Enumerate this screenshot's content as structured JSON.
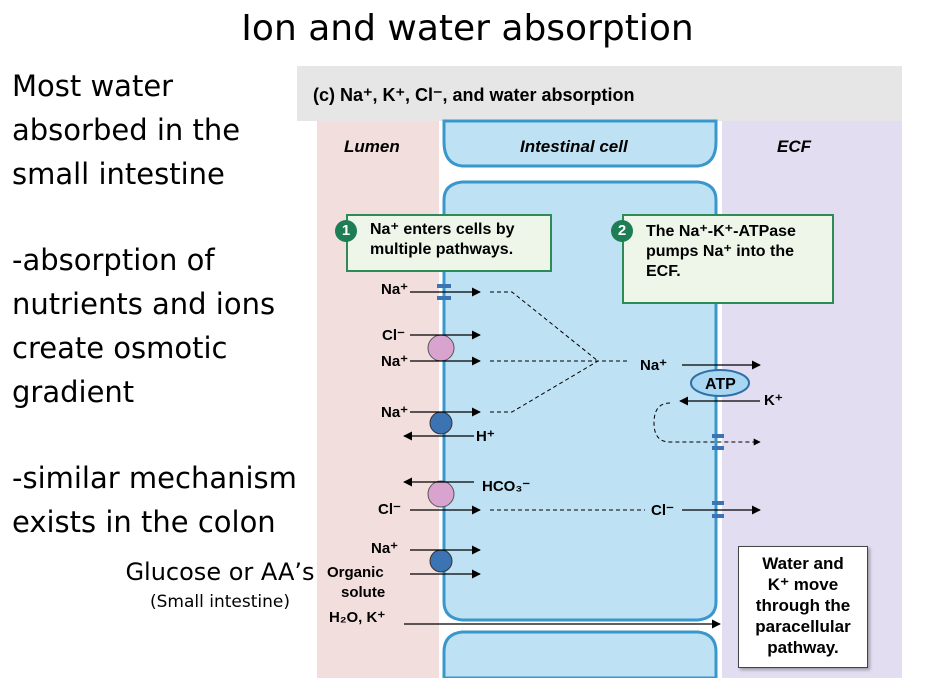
{
  "slide": {
    "title": "Ion and water absorption",
    "bullets": [
      [
        "Most water",
        "absorbed in the",
        "small intestine"
      ],
      [
        "-absorption of",
        "nutrients and ions",
        "create osmotic",
        "gradient"
      ],
      [
        "-similar mechanism",
        "exists in the colon"
      ]
    ],
    "glucose_label": "Glucose or AA’s",
    "glucose_sub": "(Small intestine)"
  },
  "figure": {
    "header": "(c) Na⁺, K⁺, Cl⁻, and water absorption",
    "regions": {
      "lumen": "Lumen",
      "cell": "Intestinal cell",
      "ecf": "ECF"
    },
    "step1": {
      "number": "1",
      "lines": [
        "Na⁺ enters cells by",
        "multiple pathways."
      ]
    },
    "step2": {
      "number": "2",
      "lines": [
        "The Na⁺-K⁺-ATPase",
        "pumps Na⁺ into the",
        "ECF."
      ]
    },
    "ions": {
      "na1": "Na⁺",
      "cl1": "Cl⁻",
      "na2": "Na⁺",
      "na3": "Na⁺",
      "h": "H⁺",
      "hco3": "HCO₃⁻",
      "cl2": "Cl⁻",
      "na4": "Na⁺",
      "organic1": "Organic",
      "organic2": "solute",
      "water": "H₂O, K⁺",
      "na_center": "Na⁺",
      "cl_center": "Cl⁻",
      "atp": "ATP",
      "k": "K⁺"
    },
    "note_lines": [
      "Water and",
      "K⁺ move",
      "through the",
      "paracellular",
      "pathway."
    ],
    "colors": {
      "lumen": "#f3dede",
      "cell": "#bfe1f4",
      "ecf": "#e2ddf0",
      "cell_edge": "#3a97cc",
      "pink_carrier": "#d9a3cf",
      "blue_carrier": "#3b73b3",
      "step_border": "#2e8b57"
    }
  }
}
